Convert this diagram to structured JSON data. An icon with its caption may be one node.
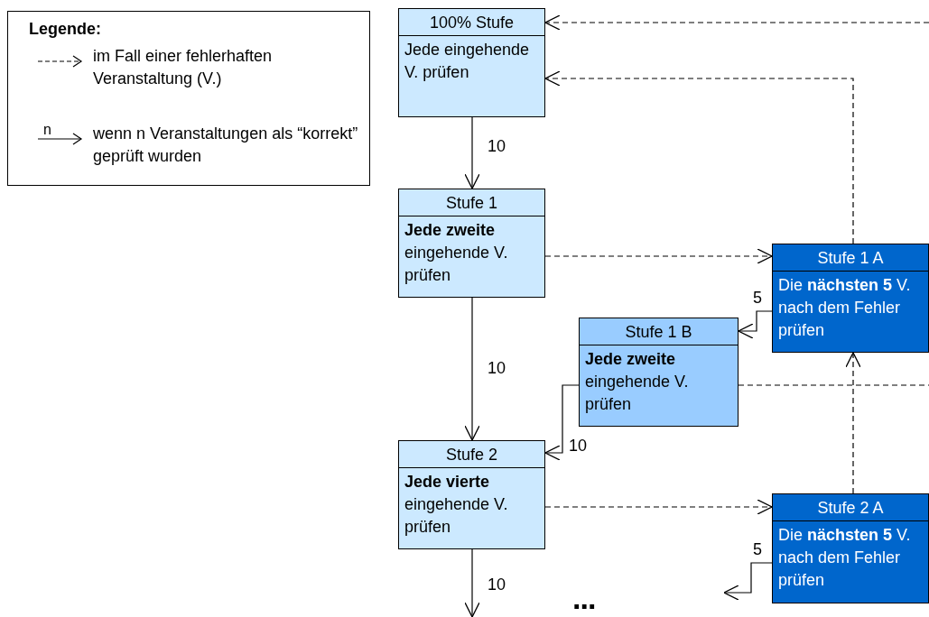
{
  "diagram": {
    "nodes": [
      {
        "text": [
          "100% Stufe",
          "Jede eingehende V. prüfen"
        ]
      },
      {
        "text": [
          "Stufe 1",
          "**Jede zweite** eingehende V. prüfen"
        ]
      },
      {
        "text": [
          "Stufe 1 A",
          "Die **nächsten 5** V. nach dem Fehler prüfen"
        ]
      },
      {
        "text": [
          "Stufe 1 B",
          "**Jede zweite** eingehende V. prüfen"
        ]
      },
      {
        "text": [
          "Stufe 2",
          "**Jede vierte** eingehende V. prüfen"
        ]
      },
      {
        "text": [
          "Stufe 2 A",
          "Die **nächsten 5** V. nach dem Fehler prüfen"
        ]
      }
    ],
    "edges": [
      {
        "from": 0,
        "to": 1,
        "arrow": "to",
        "label": "10"
      },
      {
        "from": 1,
        "to": 2,
        "arrow": "to",
        "style": "dashed"
      },
      {
        "from": 2,
        "to": 0,
        "arrow": "to",
        "style": "dashed"
      },
      {
        "from": null,
        "to": 0,
        "arrow": "to",
        "style": "dashed"
      },
      {
        "from": 1,
        "to": 4,
        "arrow": "to",
        "label": "10"
      },
      {
        "from": 2,
        "to": 3,
        "arrow": "to",
        "label": "5"
      },
      {
        "from": 3,
        "to": 4,
        "arrow": "to",
        "label": "10"
      },
      {
        "from": 3,
        "to": null,
        "arrow": "none",
        "style": "dashed"
      },
      {
        "from": 5,
        "to": 2,
        "arrow": "to",
        "style": "dashed"
      },
      {
        "from": 4,
        "to": 5,
        "arrow": "to",
        "style": "dashed"
      },
      {
        "from": 4,
        "to": null,
        "arrow": "to",
        "label": "10"
      },
      {
        "from": 5,
        "to": null,
        "arrow": "to",
        "label": "5"
      }
    ],
    "labels": [
      "Legende:",
      "n",
      "..."
    ],
    "legend": [
      {
        "text": "im Fall einer fehlerhaften Veranstaltung (V.)"
      },
      {
        "text": "wenn n Veranstaltungen als “korrekt” geprüft wurden"
      }
    ]
  }
}
